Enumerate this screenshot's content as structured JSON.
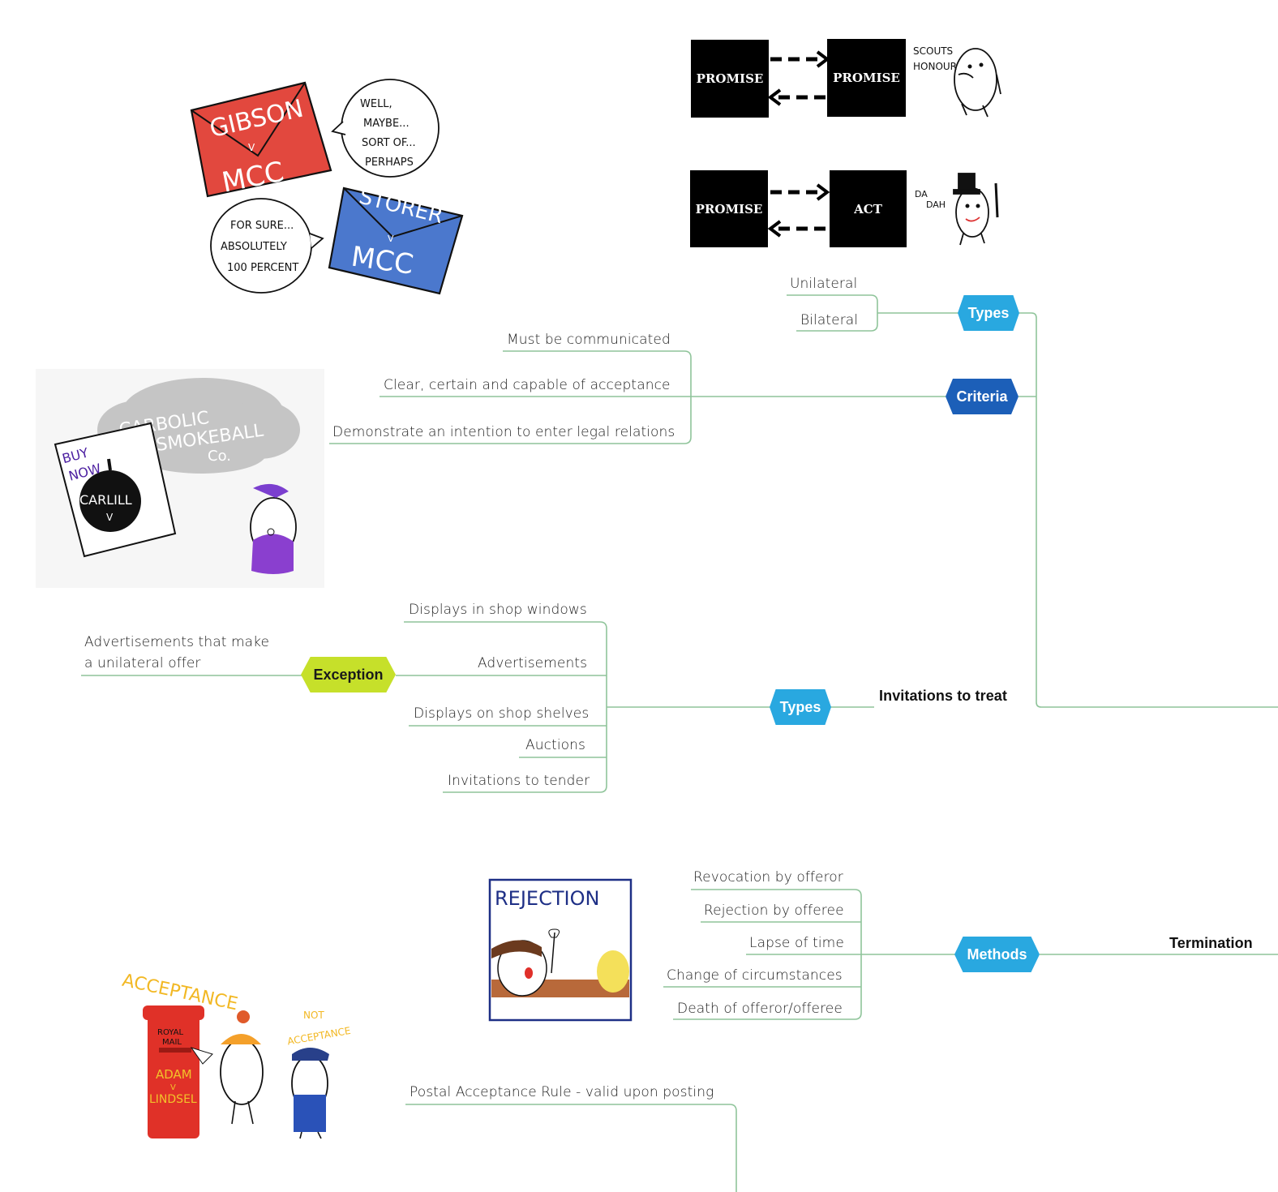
{
  "contract_boxes": {
    "row1_left": "PROMISE",
    "row1_right": "PROMISE",
    "row2_left": "PROMISE",
    "row2_right": "ACT",
    "egg1_caption": [
      "SCOUTS",
      "HONOUR"
    ],
    "egg2_caption": [
      "DA",
      "DAH"
    ]
  },
  "gibson_art": {
    "red_envelope_top": "GIBSON",
    "red_envelope_bottom": "MCC",
    "red_bubble": [
      "WELL,",
      "MAYBE...",
      "SORT OF...",
      "PERHAPS"
    ],
    "blue_envelope_top": "STORER",
    "blue_envelope_bottom": "MCC",
    "blue_bubble": [
      "FOR SURE...",
      "ABSOLUTELY",
      "100 PERCENT"
    ],
    "v": "V"
  },
  "carlill_art": {
    "cloud": [
      "CARBOLIC",
      "SMOKEBALL",
      "Co."
    ],
    "poster": [
      "BUY",
      "NOW"
    ],
    "ball": "CARLILL",
    "v": "V"
  },
  "rejection_art": {
    "title": "REJECTION"
  },
  "acceptance_art": {
    "banner": "ACCEPTANCE",
    "not_banner": [
      "NOT",
      "ACCEPTANCE"
    ],
    "postbox": [
      "ROYAL",
      "MAIL"
    ],
    "case": [
      "ADAM",
      "V",
      "LINDSEL"
    ]
  },
  "mindmap": {
    "offer_types": {
      "label": "Types",
      "items": [
        "Unilateral",
        "Bilateral"
      ]
    },
    "criteria": {
      "label": "Criteria",
      "items": [
        "Must be communicated",
        "Clear, certain and capable of acceptance",
        "Demonstrate an intention to enter legal relations"
      ]
    },
    "invitations": {
      "label": "Invitations to treat",
      "types_label": "Types",
      "items": [
        "Displays in shop windows",
        "Advertisements",
        "Displays on shop shelves",
        "Auctions",
        "Invitations to tender"
      ],
      "exception_label": "Exception",
      "exception_item": [
        "Advertisements that make",
        "a unilateral offer"
      ]
    },
    "termination": {
      "label": "Termination",
      "methods_label": "Methods",
      "items": [
        "Revocation by offeror",
        "Rejection by offeree",
        "Lapse of time",
        "Change of circumstances",
        "Death of offeror/offeree"
      ]
    },
    "postal_rule": "Postal Acceptance Rule - valid upon posting"
  },
  "colors": {
    "connector": "#8fc49a",
    "hex_light": "#29a8e0",
    "hex_dark": "#1c5fb8",
    "hex_lime": "#c6e02a"
  }
}
